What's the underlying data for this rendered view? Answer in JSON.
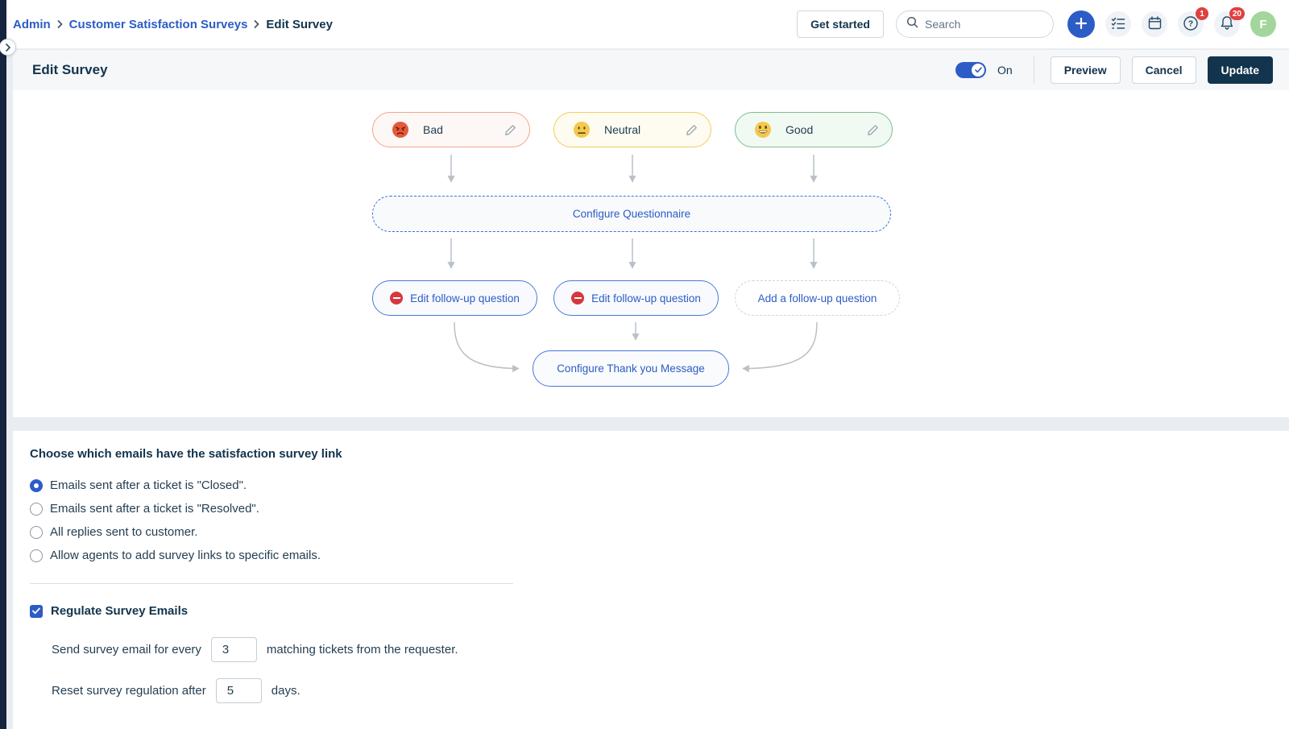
{
  "breadcrumb": {
    "items": [
      {
        "label": "Admin"
      },
      {
        "label": "Customer Satisfaction Surveys"
      },
      {
        "label": "Edit Survey"
      }
    ]
  },
  "header": {
    "get_started_label": "Get started",
    "search_placeholder": "Search",
    "icons": [
      "plus-icon",
      "tasks-icon",
      "calendar-icon",
      "help-icon",
      "bell-icon"
    ],
    "help_badge": "1",
    "notifications_badge": "20",
    "avatar_initial": "F"
  },
  "toolbar": {
    "title": "Edit Survey",
    "toggle_label": "On",
    "preview_label": "Preview",
    "cancel_label": "Cancel",
    "update_label": "Update"
  },
  "flow": {
    "ratings": [
      {
        "label": "Bad",
        "emoji": "angry-face"
      },
      {
        "label": "Neutral",
        "emoji": "neutral-face"
      },
      {
        "label": "Good",
        "emoji": "grinning-face"
      }
    ],
    "questionnaire_label": "Configure Questionnaire",
    "followups": [
      {
        "label": "Edit follow-up question",
        "type": "edit"
      },
      {
        "label": "Edit follow-up question",
        "type": "edit"
      },
      {
        "label": "Add a follow-up question",
        "type": "add"
      }
    ],
    "thank_you_label": "Configure Thank you Message"
  },
  "email_options": {
    "heading": "Choose which emails have the satisfaction survey link",
    "options": [
      {
        "label": "Emails sent after a ticket is \"Closed\".",
        "selected": true
      },
      {
        "label": "Emails sent after a ticket is \"Resolved\".",
        "selected": false
      },
      {
        "label": "All replies sent to customer.",
        "selected": false
      },
      {
        "label": "Allow agents to add survey links to specific emails.",
        "selected": false
      }
    ]
  },
  "regulate": {
    "checkbox_label": "Regulate Survey Emails",
    "checked": true,
    "send_prefix": "Send survey email for every",
    "send_value": "3",
    "send_suffix": "matching tickets from the requester.",
    "reset_prefix": "Reset survey regulation after",
    "reset_value": "5",
    "reset_suffix": "days."
  },
  "colors": {
    "accent_blue": "#2c5cc5",
    "navy": "#12344d",
    "badge_red": "#e0403f",
    "avatar_green": "#a3d69c",
    "bad_border": "#f2a58c",
    "neutral_border": "#efcf5a",
    "good_border": "#78c08a",
    "arrow_gray": "#b9c0c8"
  }
}
